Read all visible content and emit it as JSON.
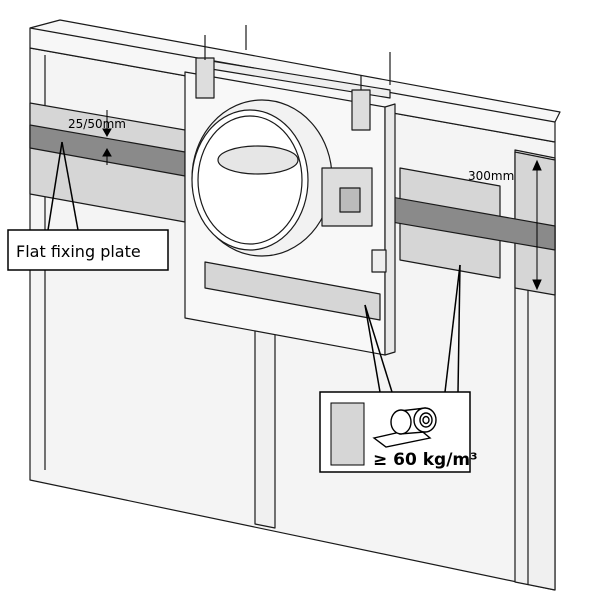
{
  "labels": {
    "thickness": "25/50mm",
    "height": "300mm",
    "fixing_plate": "Flat fixing plate",
    "density": "≥ 60 kg/m³"
  },
  "colors": {
    "wall": "#f4f4f4",
    "mineral_wool": "#d6d6d6",
    "band": "#8a8a8a",
    "outline": "#1a1a1a"
  }
}
